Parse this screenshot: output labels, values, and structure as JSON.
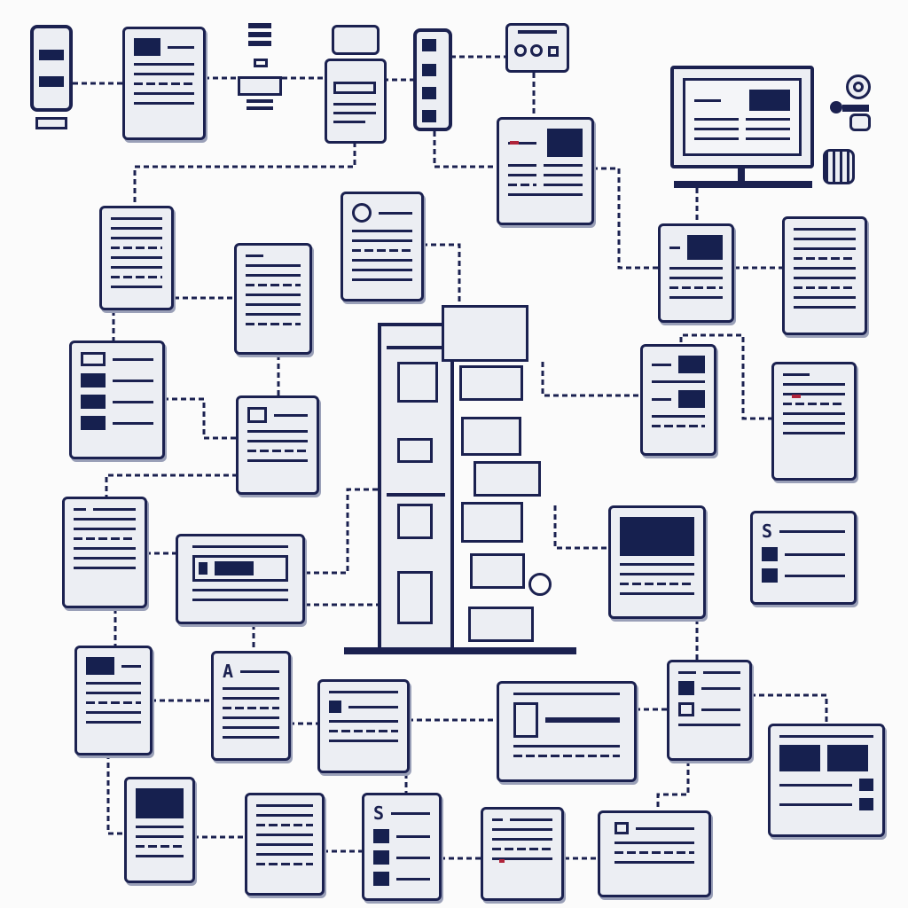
{
  "diagram": {
    "colors": {
      "ink": "#1b2150",
      "fill": "#eceef3",
      "accent": "#b0243a",
      "background": "#fbfbfb"
    },
    "icons": [
      "server-tower-icon",
      "monitor-icon",
      "robot-icon",
      "chip-icon",
      "stack-icon",
      "printer-icon",
      "phone-icon"
    ],
    "card_labels": {
      "s_upper": "S",
      "a_card": "A",
      "s_lower": "S"
    }
  }
}
